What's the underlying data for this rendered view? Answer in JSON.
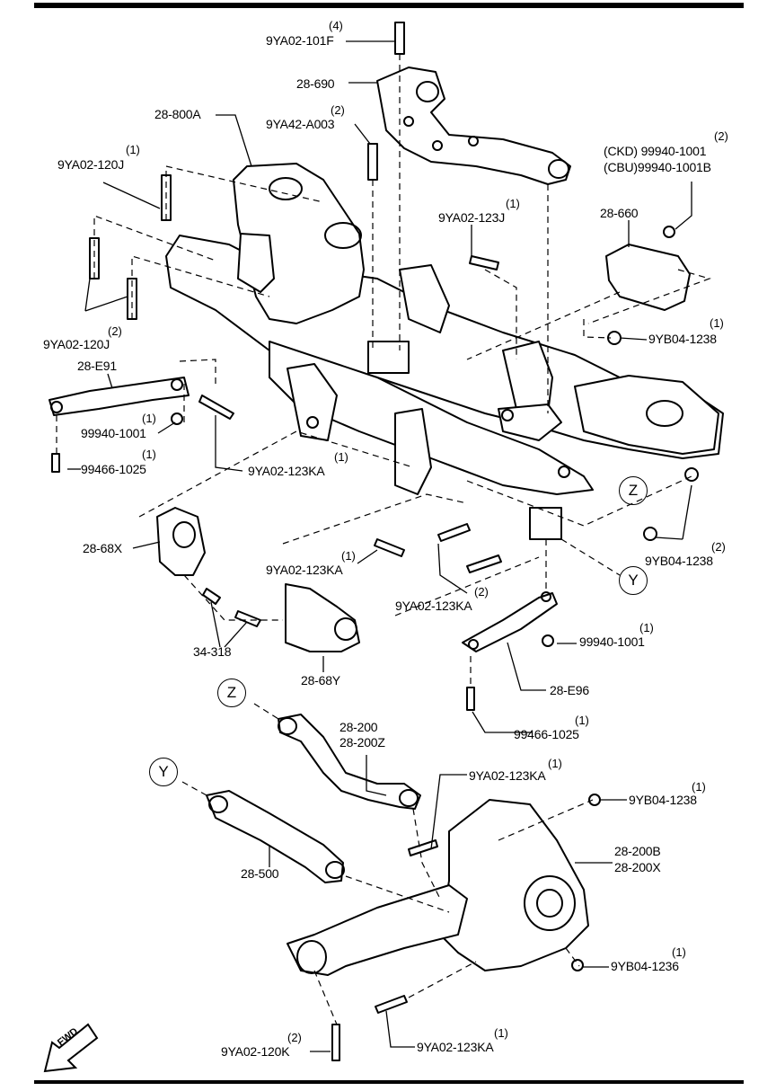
{
  "labels": {
    "p_9ya02_101f": "9YA02-101F",
    "q_9ya02_101f": "(4)",
    "p_28_690": "28-690",
    "p_28_800a": "28-800A",
    "p_9ya42_a003": "9YA42-A003",
    "q_9ya42_a003": "(2)",
    "p_9ya02_120j_a": "9YA02-120J",
    "q_9ya02_120j_a": "(1)",
    "p_9ya02_120j_b": "9YA02-120J",
    "q_9ya02_120j_b": "(2)",
    "ckd_text": "(CKD)  99940-1001",
    "cbu_text": "(CBU)99940-1001B",
    "q_ckd": "(2)",
    "p_28_660": "28-660",
    "p_9ya02_123j": "9YA02-123J",
    "q_9ya02_123j": "(1)",
    "p_9yb04_1238_a": "9YB04-1238",
    "q_9yb04_1238_a": "(1)",
    "p_28_e91": "28-E91",
    "p_99940_1001_a": "99940-1001",
    "q_99940_1001_a": "(1)",
    "p_99466_1025_a": "99466-1025",
    "q_99466_1025_a": "(1)",
    "p_9ya02_123ka_a": "9YA02-123KA",
    "q_9ya02_123ka_a": "(1)",
    "p_28_68x": "28-68X",
    "p_9ya02_123ka_b": "9YA02-123KA",
    "q_9ya02_123ka_b": "(1)",
    "p_9ya02_123ka_c": "9YA02-123KA",
    "q_9ya02_123ka_c": "(2)",
    "p_9yb04_1238_b": "9YB04-1238",
    "q_9yb04_1238_b": "(2)",
    "p_34_318": "34-318",
    "p_28_68y": "28-68Y",
    "p_99940_1001_b": "99940-1001",
    "q_99940_1001_b": "(1)",
    "p_28_e96": "28-E96",
    "p_99466_1025_b": "99466-1025",
    "q_99466_1025_b": "(1)",
    "p_28_200": "28-200",
    "p_28_200z": "28-200Z",
    "p_9ya02_123ka_d": "9YA02-123KA",
    "q_9ya02_123ka_d": "(1)",
    "p_9yb04_1238_c": "9YB04-1238",
    "q_9yb04_1238_c": "(1)",
    "p_28_200b": "28-200B",
    "p_28_200x": "28-200X",
    "p_28_500": "28-500",
    "p_9yb04_1236": "9YB04-1236",
    "q_9yb04_1236": "(1)",
    "p_9ya02_120k": "9YA02-120K",
    "q_9ya02_120k": "(2)",
    "p_9ya02_123ka_e": "9YA02-123KA",
    "q_9ya02_123ka_e": "(1)"
  },
  "callouts": {
    "z": "Z",
    "y": "Y"
  },
  "fwd": "FWD"
}
